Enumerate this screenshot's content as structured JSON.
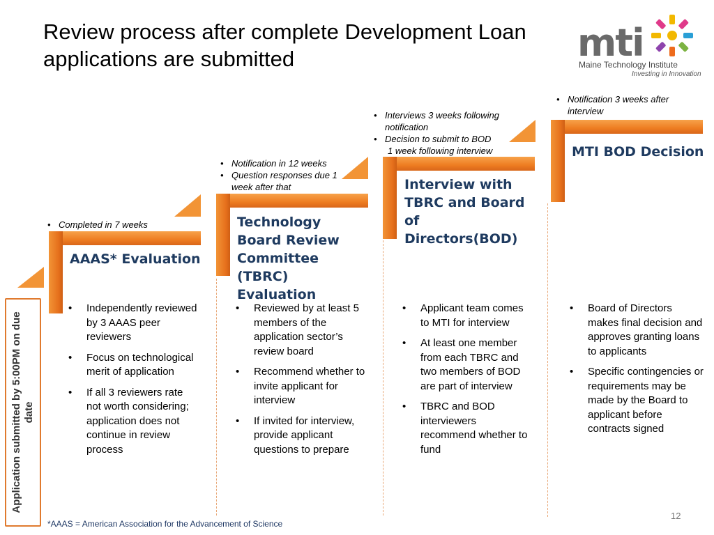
{
  "slide": {
    "title": "Review process after complete Development Loan applications are submitted",
    "page_number": "12",
    "footnote": "*AAAS = American Association for the Advancement of Science"
  },
  "logo": {
    "mark": "mti",
    "name": "Maine Technology Institute",
    "tagline": "Investing in Innovation",
    "colors": [
      "#f2b800",
      "#e03a8a",
      "#2a9fd6",
      "#7cb342",
      "#ee6b1c",
      "#8e44ad"
    ]
  },
  "application": {
    "label": "Application submitted by 5:00PM on due date"
  },
  "accent_color": "#ee7d22",
  "heading_color": "#1e3a5f",
  "steps": [
    {
      "heading": "AAAS* Evaluation",
      "notes": [
        "Completed in 7 weeks"
      ],
      "bullets": [
        "Independently reviewed by 3 AAAS peer reviewers",
        "Focus on technological merit of application",
        "If all 3 reviewers rate not worth considering; application does not continue in review process"
      ]
    },
    {
      "heading": "Technology Board Review Committee (TBRC) Evaluation",
      "notes": [
        "Notification in 12  weeks",
        "Question responses due 1 week after that"
      ],
      "bullets": [
        "Reviewed by at least 5 members of the application sector’s review board",
        "Recommend whether to invite applicant for interview",
        "If invited for interview, provide applicant questions to prepare"
      ]
    },
    {
      "heading": "Interview with TBRC and Board of Directors(BOD)",
      "notes": [
        "Interviews 3 weeks following notification",
        "Decision to submit to BOD",
        "1 week following interview"
      ],
      "bullets": [
        "Applicant  team comes to MTI for interview",
        "At least one member from each TBRC and two members of BOD are part of interview",
        "TBRC and BOD interviewers recommend whether to fund"
      ]
    },
    {
      "heading": "MTI BOD Decision",
      "notes": [
        "Notification 3 weeks after interview"
      ],
      "bullets": [
        "Board of Directors makes final decision and approves granting loans to applicants",
        "Specific contingencies or requirements may be made by the Board to applicant before contracts signed"
      ]
    }
  ]
}
